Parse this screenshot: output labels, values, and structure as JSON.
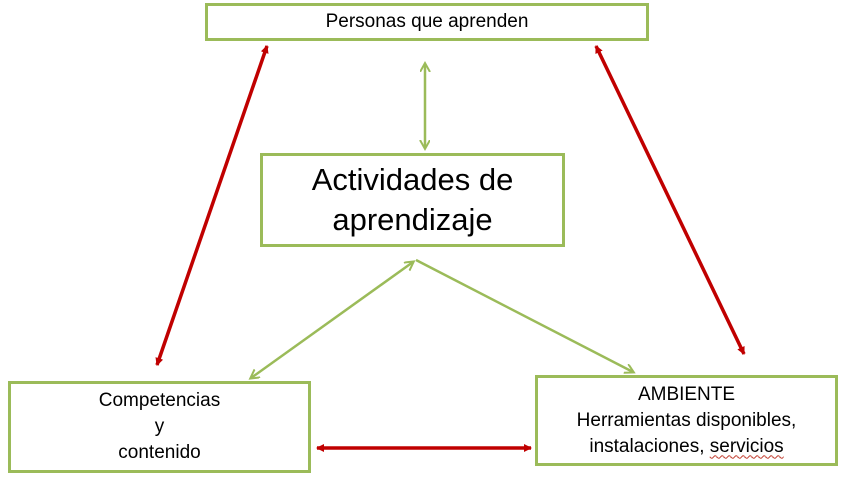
{
  "nodes": {
    "top": {
      "text": "Personas que aprenden"
    },
    "center": {
      "line1": "Actividades de",
      "line2": "aprendizaje"
    },
    "left": {
      "line1": "Competencias",
      "line2": "y",
      "line3": "contenido"
    },
    "right": {
      "line1": "AMBIENTE",
      "line2": "Herramientas disponibles,",
      "line3_part1": "instalaciones, ",
      "line3_part2": "servicios"
    }
  },
  "connectors": [
    {
      "from": "top",
      "to": "left",
      "color": "#c00000",
      "style": "double-arrow"
    },
    {
      "from": "top",
      "to": "right",
      "color": "#c00000",
      "style": "double-arrow"
    },
    {
      "from": "left",
      "to": "right",
      "color": "#c00000",
      "style": "double-arrow"
    },
    {
      "from": "top",
      "to": "center",
      "color": "#9bbb59",
      "style": "double-arrow"
    },
    {
      "from": "center",
      "to": "left",
      "color": "#9bbb59",
      "style": "double-arrow"
    },
    {
      "from": "center",
      "to": "right",
      "color": "#9bbb59",
      "style": "double-arrow"
    }
  ],
  "colors": {
    "box_border": "#9bbb59",
    "red_arrow": "#c00000",
    "green_arrow": "#9bbb59"
  }
}
